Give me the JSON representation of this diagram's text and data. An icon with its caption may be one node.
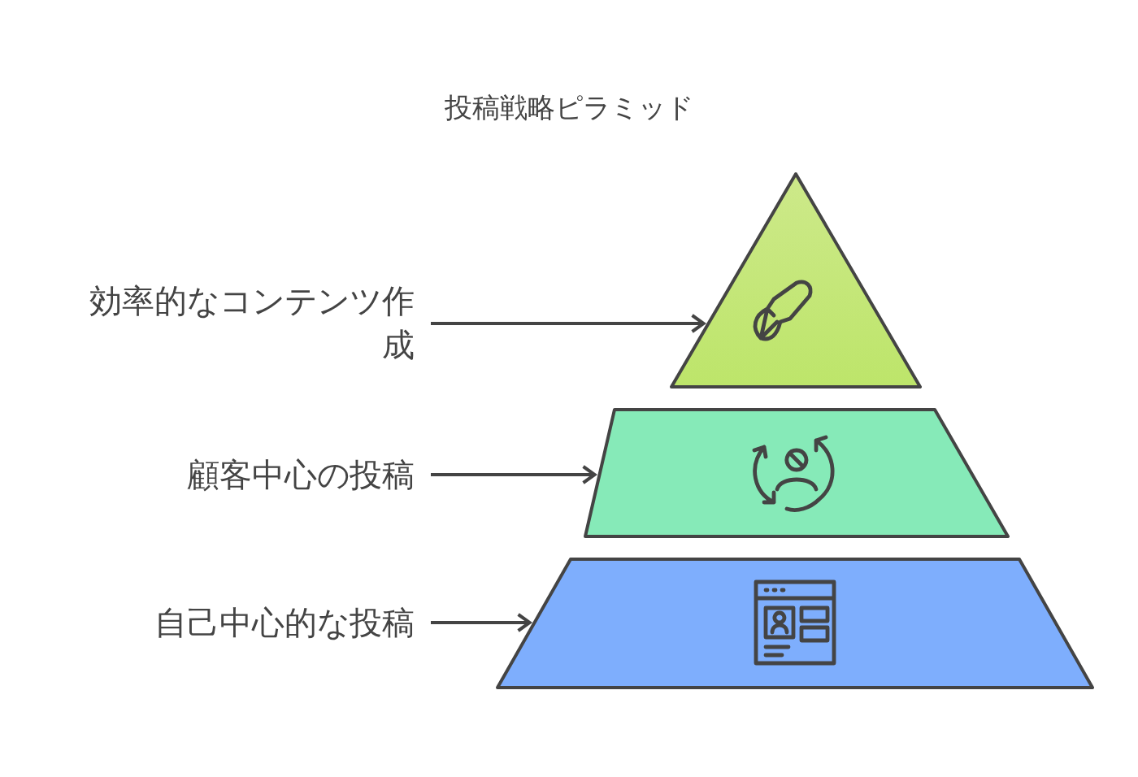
{
  "diagram": {
    "title": "投稿戦略ピラミッド",
    "nodes": [
      {
        "text": [
          "効率的なコンテンツ作成"
        ]
      },
      {
        "text": [],
        "shape": "triangle"
      },
      {
        "text": [
          "顧客中心の投稿"
        ]
      },
      {
        "text": [],
        "shape": "trapezoid"
      },
      {
        "text": [
          "自己中心的な投稿"
        ]
      },
      {
        "text": [],
        "shape": "trapezoid"
      }
    ],
    "edges": [
      {
        "from": 0,
        "to": 1,
        "arrow": "to"
      },
      {
        "from": 2,
        "to": 3,
        "arrow": "to"
      },
      {
        "from": 4,
        "to": 5,
        "arrow": "to"
      }
    ]
  }
}
